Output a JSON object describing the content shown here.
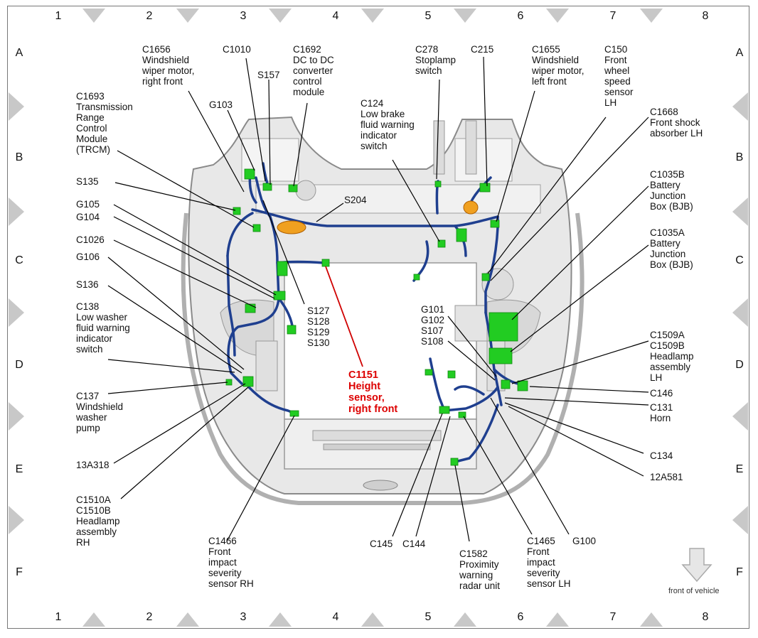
{
  "grid": {
    "columns": [
      "1",
      "2",
      "3",
      "4",
      "5",
      "6",
      "7",
      "8"
    ],
    "rows": [
      "A",
      "B",
      "C",
      "D",
      "E",
      "F"
    ]
  },
  "labels": {
    "c1656": "C1656\nWindshield\nwiper motor,\nright front",
    "c1010": "C1010",
    "c1692": "C1692\nDC to DC\nconverter\ncontrol\nmodule",
    "s157": "S157",
    "c278": "C278\nStoplamp\nswitch",
    "c215": "C215",
    "c1655": "C1655\nWindshield\nwiper motor,\nleft front",
    "c150": "C150\nFront\nwheel\nspeed\nsensor\nLH",
    "c1693": "C1693\nTransmission\nRange\nControl\nModule\n(TRCM)",
    "g103": "G103",
    "c124": "C124\nLow brake\nfluid warning\nindicator\nswitch",
    "c1668": "C1668\nFront shock\nabsorber LH",
    "s135": "S135",
    "s204": "S204",
    "c1035b": "C1035B\nBattery\nJunction\nBox (BJB)",
    "g105": "G105",
    "g104": "G104",
    "c1035a": "C1035A\nBattery\nJunction\nBox (BJB)",
    "c1026": "C1026",
    "g106": "G106",
    "s136": "S136",
    "s127": "S127\nS128\nS129\nS130",
    "g101": "G101\nG102\nS107\nS108",
    "c138": "C138\nLow washer\nfluid warning\nindicator\nswitch",
    "c1509": "C1509A\nC1509B\nHeadlamp\nassembly\nLH",
    "c1151": "C1151\nHeight\nsensor,\nright front",
    "c146": "C146",
    "c137": "C137\nWindshield\nwasher\npump",
    "c131": "C131\nHorn",
    "c134": "C134",
    "13a318": "13A318",
    "12a581": "12A581",
    "c1510": "C1510A\nC1510B\nHeadlamp\nassembly\nRH",
    "c1466": "C1466\nFront\nimpact\nseverity\nsensor RH",
    "c145": "C145",
    "c144": "C144",
    "c1582": "C1582\nProximity\nwarning\nradar unit",
    "c1465": "C1465\nFront\nimpact\nseverity\nsensor LH",
    "g100": "G100",
    "front": "front of vehicle"
  },
  "colors": {
    "harness": "#1f3f8f",
    "connector": "#22cc22",
    "highlight": "#d00000",
    "body_fill": "#e6e6e6",
    "grid_marker": "#c8c8c8"
  }
}
